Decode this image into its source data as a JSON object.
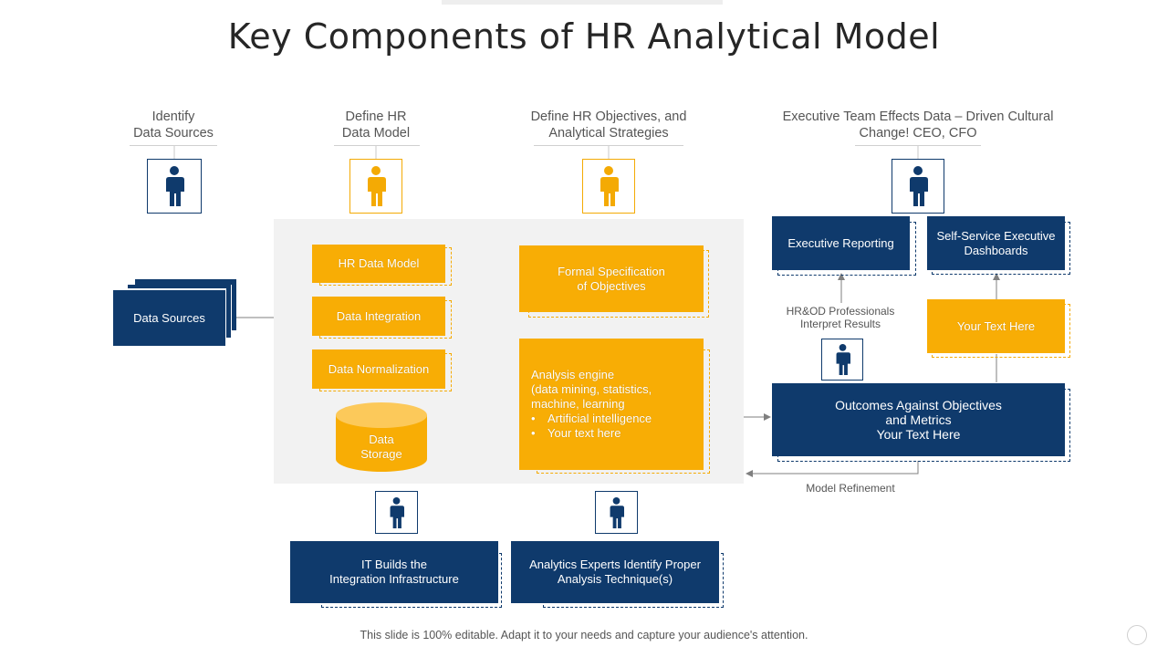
{
  "title": "Key Components of HR Analytical Model",
  "columns": {
    "identify": {
      "line1": "Identify",
      "line2": "Data Sources"
    },
    "define_model": {
      "line1": "Define HR",
      "line2": "Data Model"
    },
    "define_objectives": {
      "line1": "Define HR Objectives, and",
      "line2": "Analytical Strategies"
    },
    "executive": {
      "line1": "Executive Team Effects Data – Driven Cultural",
      "line2": "Change! CEO, CFO"
    }
  },
  "nodes": {
    "data_sources": "Data Sources",
    "hr_data_model": "HR Data Model",
    "data_integration": "Data Integration",
    "data_normalization": "Data Normalization",
    "data_storage": {
      "line1": "Data",
      "line2": "Storage"
    },
    "formal_spec": {
      "line1": "Formal Specification",
      "line2": "of Objectives"
    },
    "analysis_engine": {
      "line1": "Analysis engine",
      "line2": "(data mining, statistics,",
      "line3": "machine, learning",
      "bullets": [
        "Artificial intelligence",
        "Your text here"
      ]
    },
    "executive_reporting": "Executive Reporting",
    "self_service": {
      "line1": "Self-Service Executive",
      "line2": "Dashboards"
    },
    "your_text_here": "Your Text Here",
    "outcomes": {
      "line1": "Outcomes Against Objectives",
      "line2": "and Metrics",
      "line3": "Your Text Here"
    },
    "it_builds": {
      "line1": "IT Builds the",
      "line2": "Integration Infrastructure"
    },
    "analytics_experts": {
      "line1": "Analytics Experts Identify Proper",
      "line2": "Analysis Technique(s)"
    }
  },
  "labels": {
    "hrod": {
      "line1": "HR&OD Professionals",
      "line2": "Interpret Results"
    },
    "model_refinement": "Model Refinement"
  },
  "footer": "This slide is 100% editable. Adapt it to your needs and capture your audience's attention.",
  "colors": {
    "navy": "#0f3a6c",
    "amber": "#f8ad05",
    "panel": "#f2f2f2",
    "text": "#262626"
  },
  "icons": [
    "person-icon"
  ]
}
